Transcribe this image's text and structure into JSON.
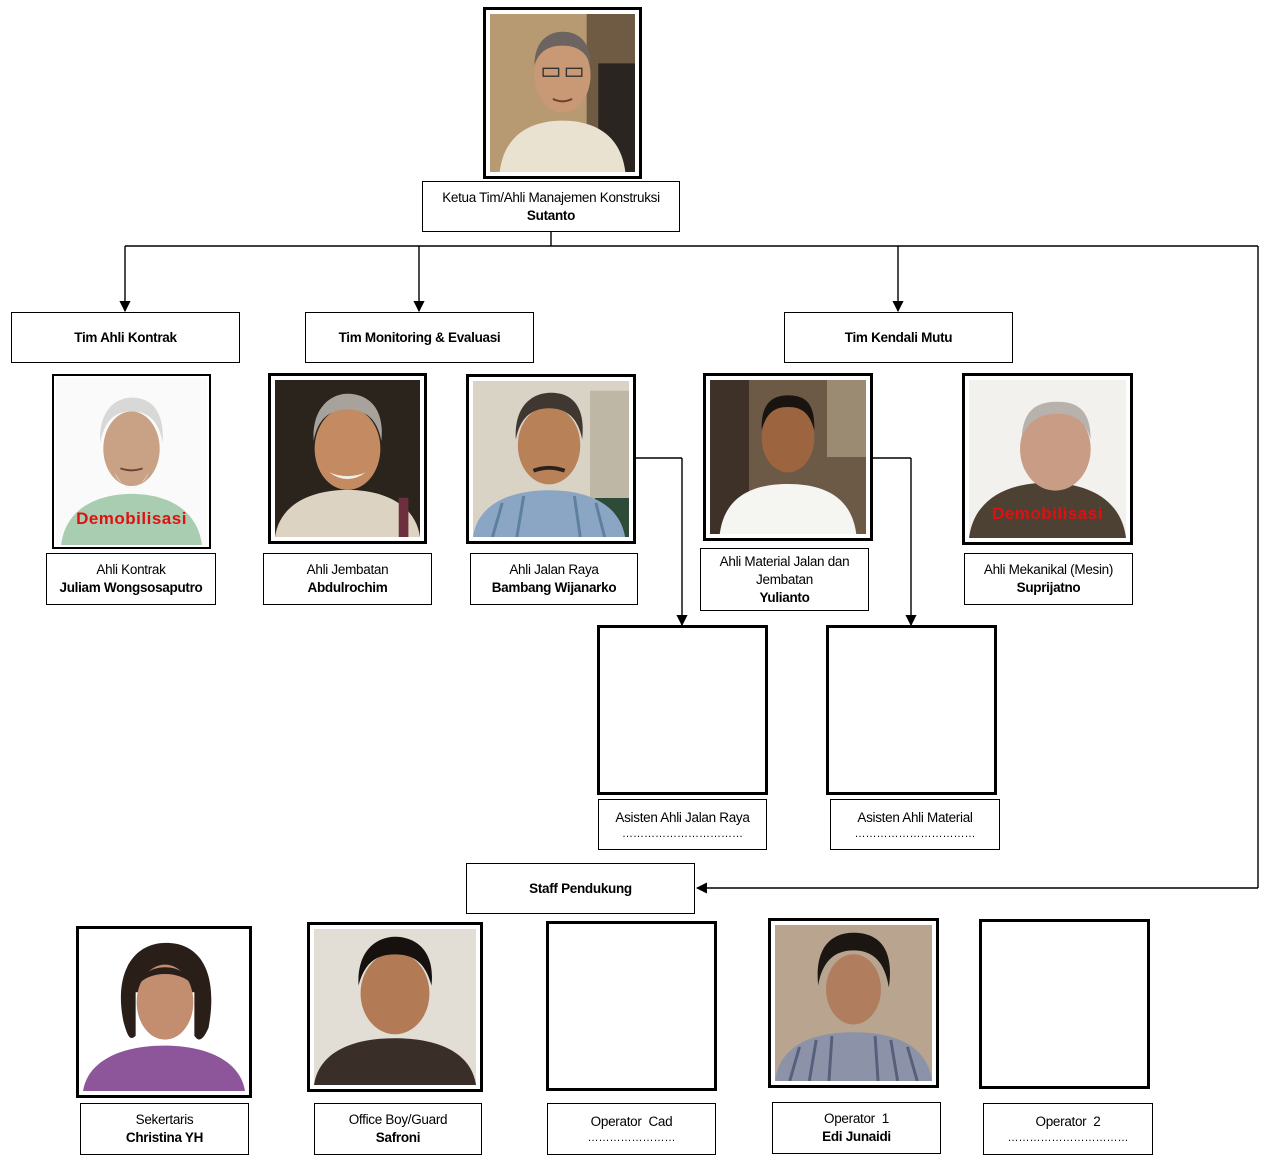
{
  "chief": {
    "role": "Ketua Tim/Ahli Manajemen Konstruksi",
    "name": "Sutanto"
  },
  "teams": {
    "kontrak": "Tim Ahli Kontrak",
    "monev": "Tim Monitoring & Evaluasi",
    "mutu": "Tim Kendali Mutu"
  },
  "experts": [
    {
      "role": "Ahli Kontrak",
      "name": "Juliam Wongsosaputro",
      "status": "Demobilisasi"
    },
    {
      "role": "Ahli Jembatan",
      "name": "Abdulrochim"
    },
    {
      "role": "Ahli Jalan Raya",
      "name": "Bambang Wijanarko"
    },
    {
      "role": "Ahli Material Jalan dan Jembatan",
      "name": "Yulianto"
    },
    {
      "role": "Ahli Mekanikal (Mesin)",
      "name": "Suprijatno",
      "status": "Demobilisasi"
    }
  ],
  "assistants": [
    {
      "role": "Asisten Ahli Jalan Raya",
      "name": "……………………………"
    },
    {
      "role": "Asisten Ahli Material",
      "name": "……………………………"
    }
  ],
  "staff_title": "Staff Pendukung",
  "staff": [
    {
      "role": "Sekertaris",
      "name": "Christina YH"
    },
    {
      "role": "Office Boy/Guard",
      "name": "Safroni"
    },
    {
      "role": "Operator  Cad",
      "name": "……………………"
    },
    {
      "role": "Operator  1",
      "name": "Edi Junaidi"
    },
    {
      "role": "Operator  2",
      "name": "……………………………"
    }
  ]
}
